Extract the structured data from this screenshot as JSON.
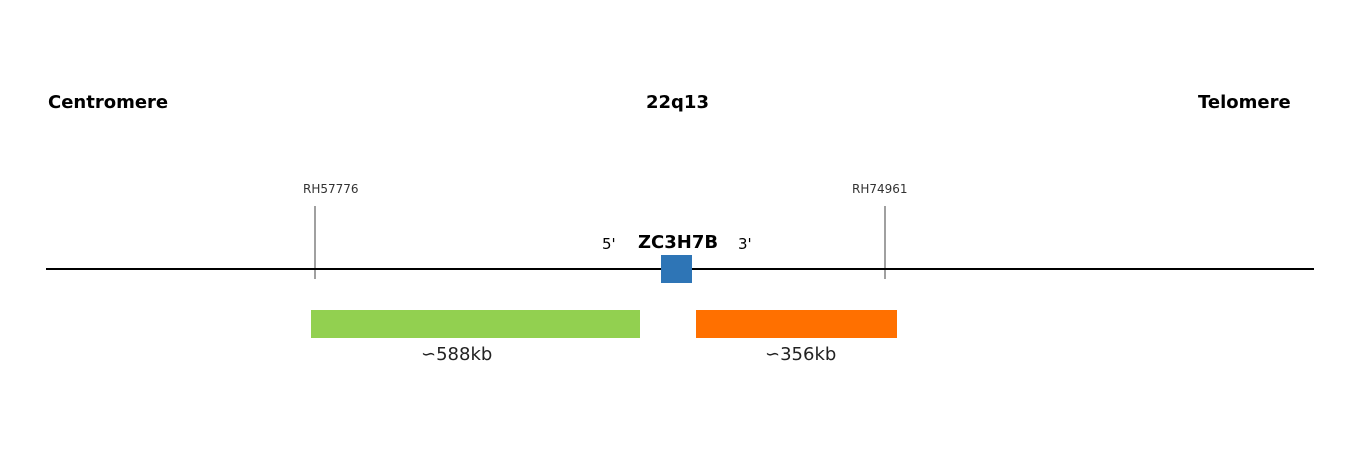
{
  "regions": {
    "left": "Centromere",
    "center": "22q13",
    "right": "Telomere"
  },
  "markers": [
    {
      "name": "RH57776"
    },
    {
      "name": "RH74961"
    }
  ],
  "gene": {
    "name": "ZC3H7B",
    "five_prime": "5'",
    "three_prime": "3'",
    "color": "#2e75b6"
  },
  "intervals": [
    {
      "size": "∽588kb",
      "color": "#92d050"
    },
    {
      "size": "∽356kb",
      "color": "#ff7000"
    }
  ],
  "line_color": "#000000"
}
